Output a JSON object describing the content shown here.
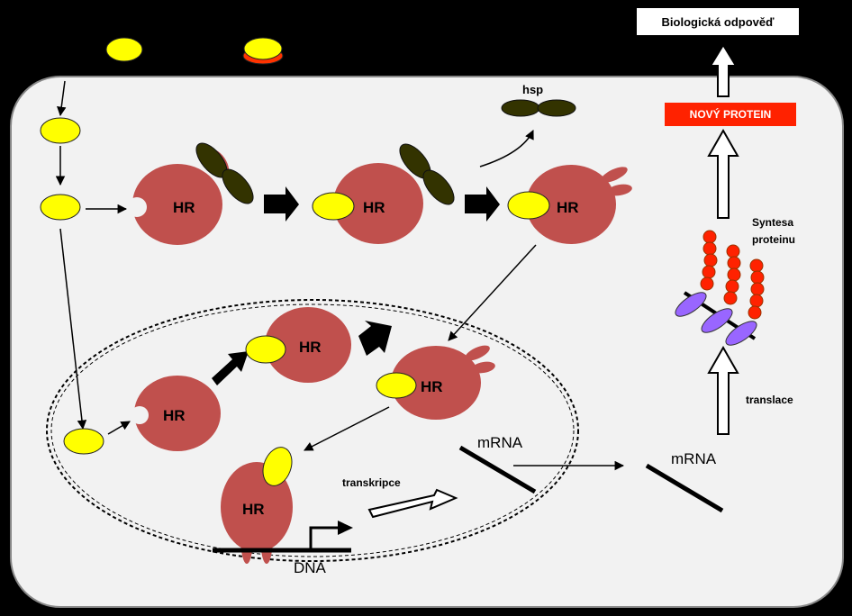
{
  "labels": {
    "receptor": "HR",
    "hsp": "hsp",
    "new_protein": "NOVÝ PROTEIN",
    "biological_response": "Biologická odpověď",
    "protein_synthesis_line1": "Syntesa",
    "protein_synthesis_line2": "proteinu",
    "translation": "translace",
    "transcription": "transkripce",
    "mrna": "mRNA",
    "dna": "DNA"
  },
  "colors": {
    "background": "#000000",
    "cell": "#f2f2f2",
    "receptor": "#c0504d",
    "hormone": "#ffff00",
    "hsp": "#333300",
    "protein_bar": "#ff2200",
    "ribosome": "#9966ff",
    "peptide": "#ff2200"
  }
}
